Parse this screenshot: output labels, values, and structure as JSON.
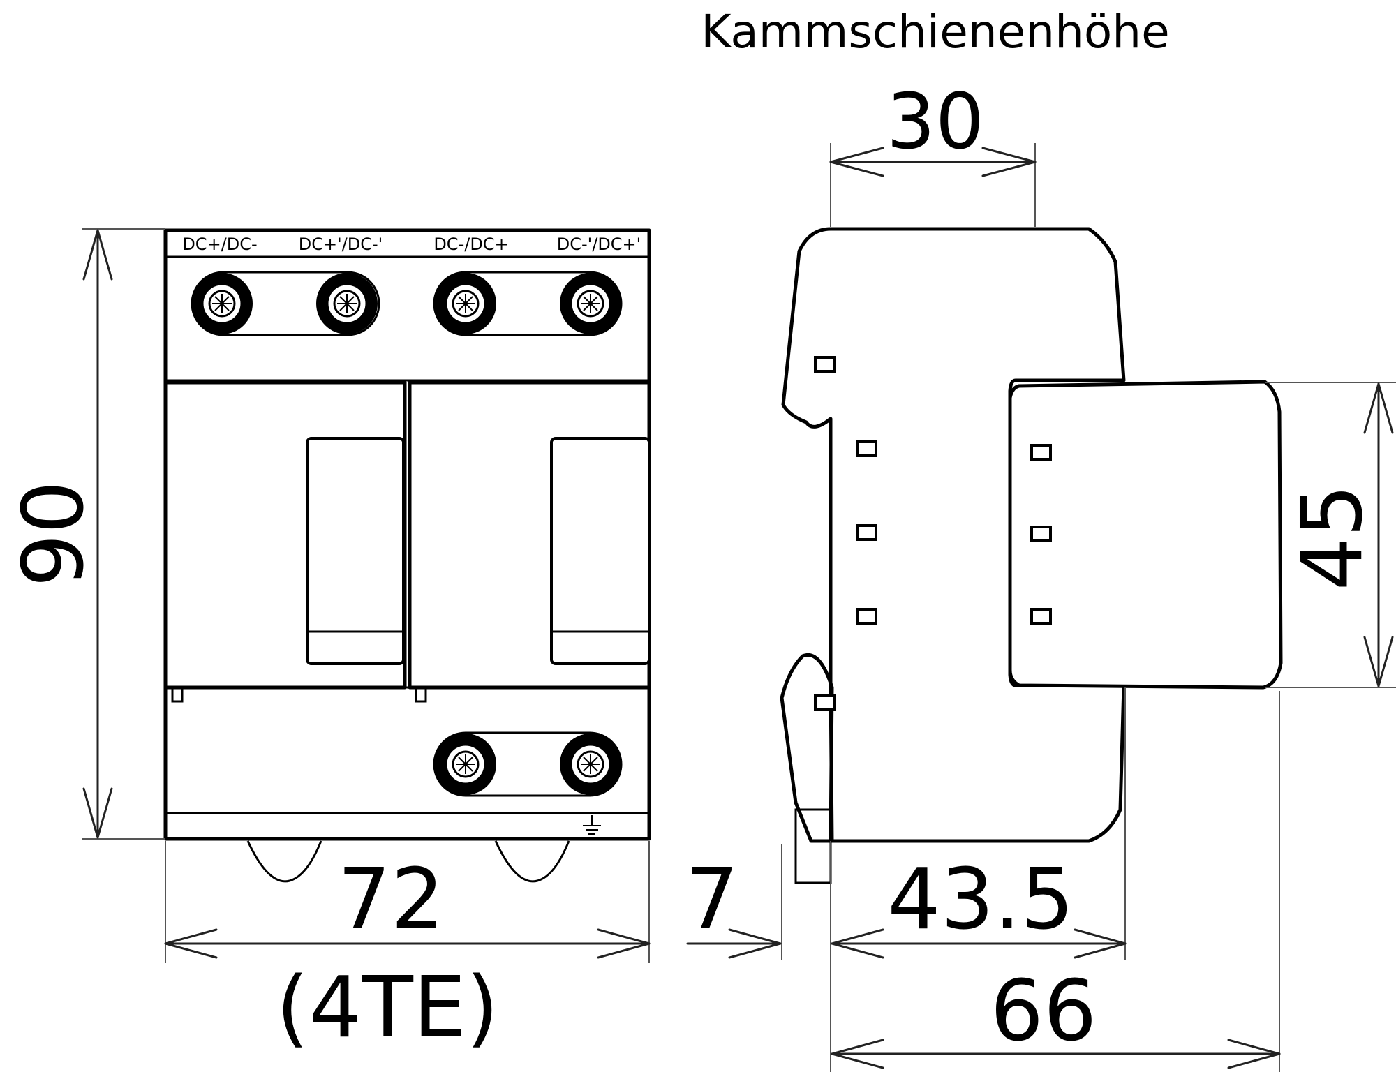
{
  "title": "Kammschienenhöhe",
  "terminal_labels": [
    "DC+/DC-",
    "DC+'/DC-'",
    "DC-/DC+",
    "DC-'/DC+'"
  ],
  "dimensions": {
    "comb_busbar_height": "30",
    "height": "90",
    "width": "72",
    "width_units": "(4TE)",
    "offset": "7",
    "depth_to_step": "43.5",
    "total_depth": "66",
    "front_height": "45"
  },
  "colors": {
    "line": "#000000",
    "dimension_line": "#555555",
    "background": "#ffffff"
  }
}
